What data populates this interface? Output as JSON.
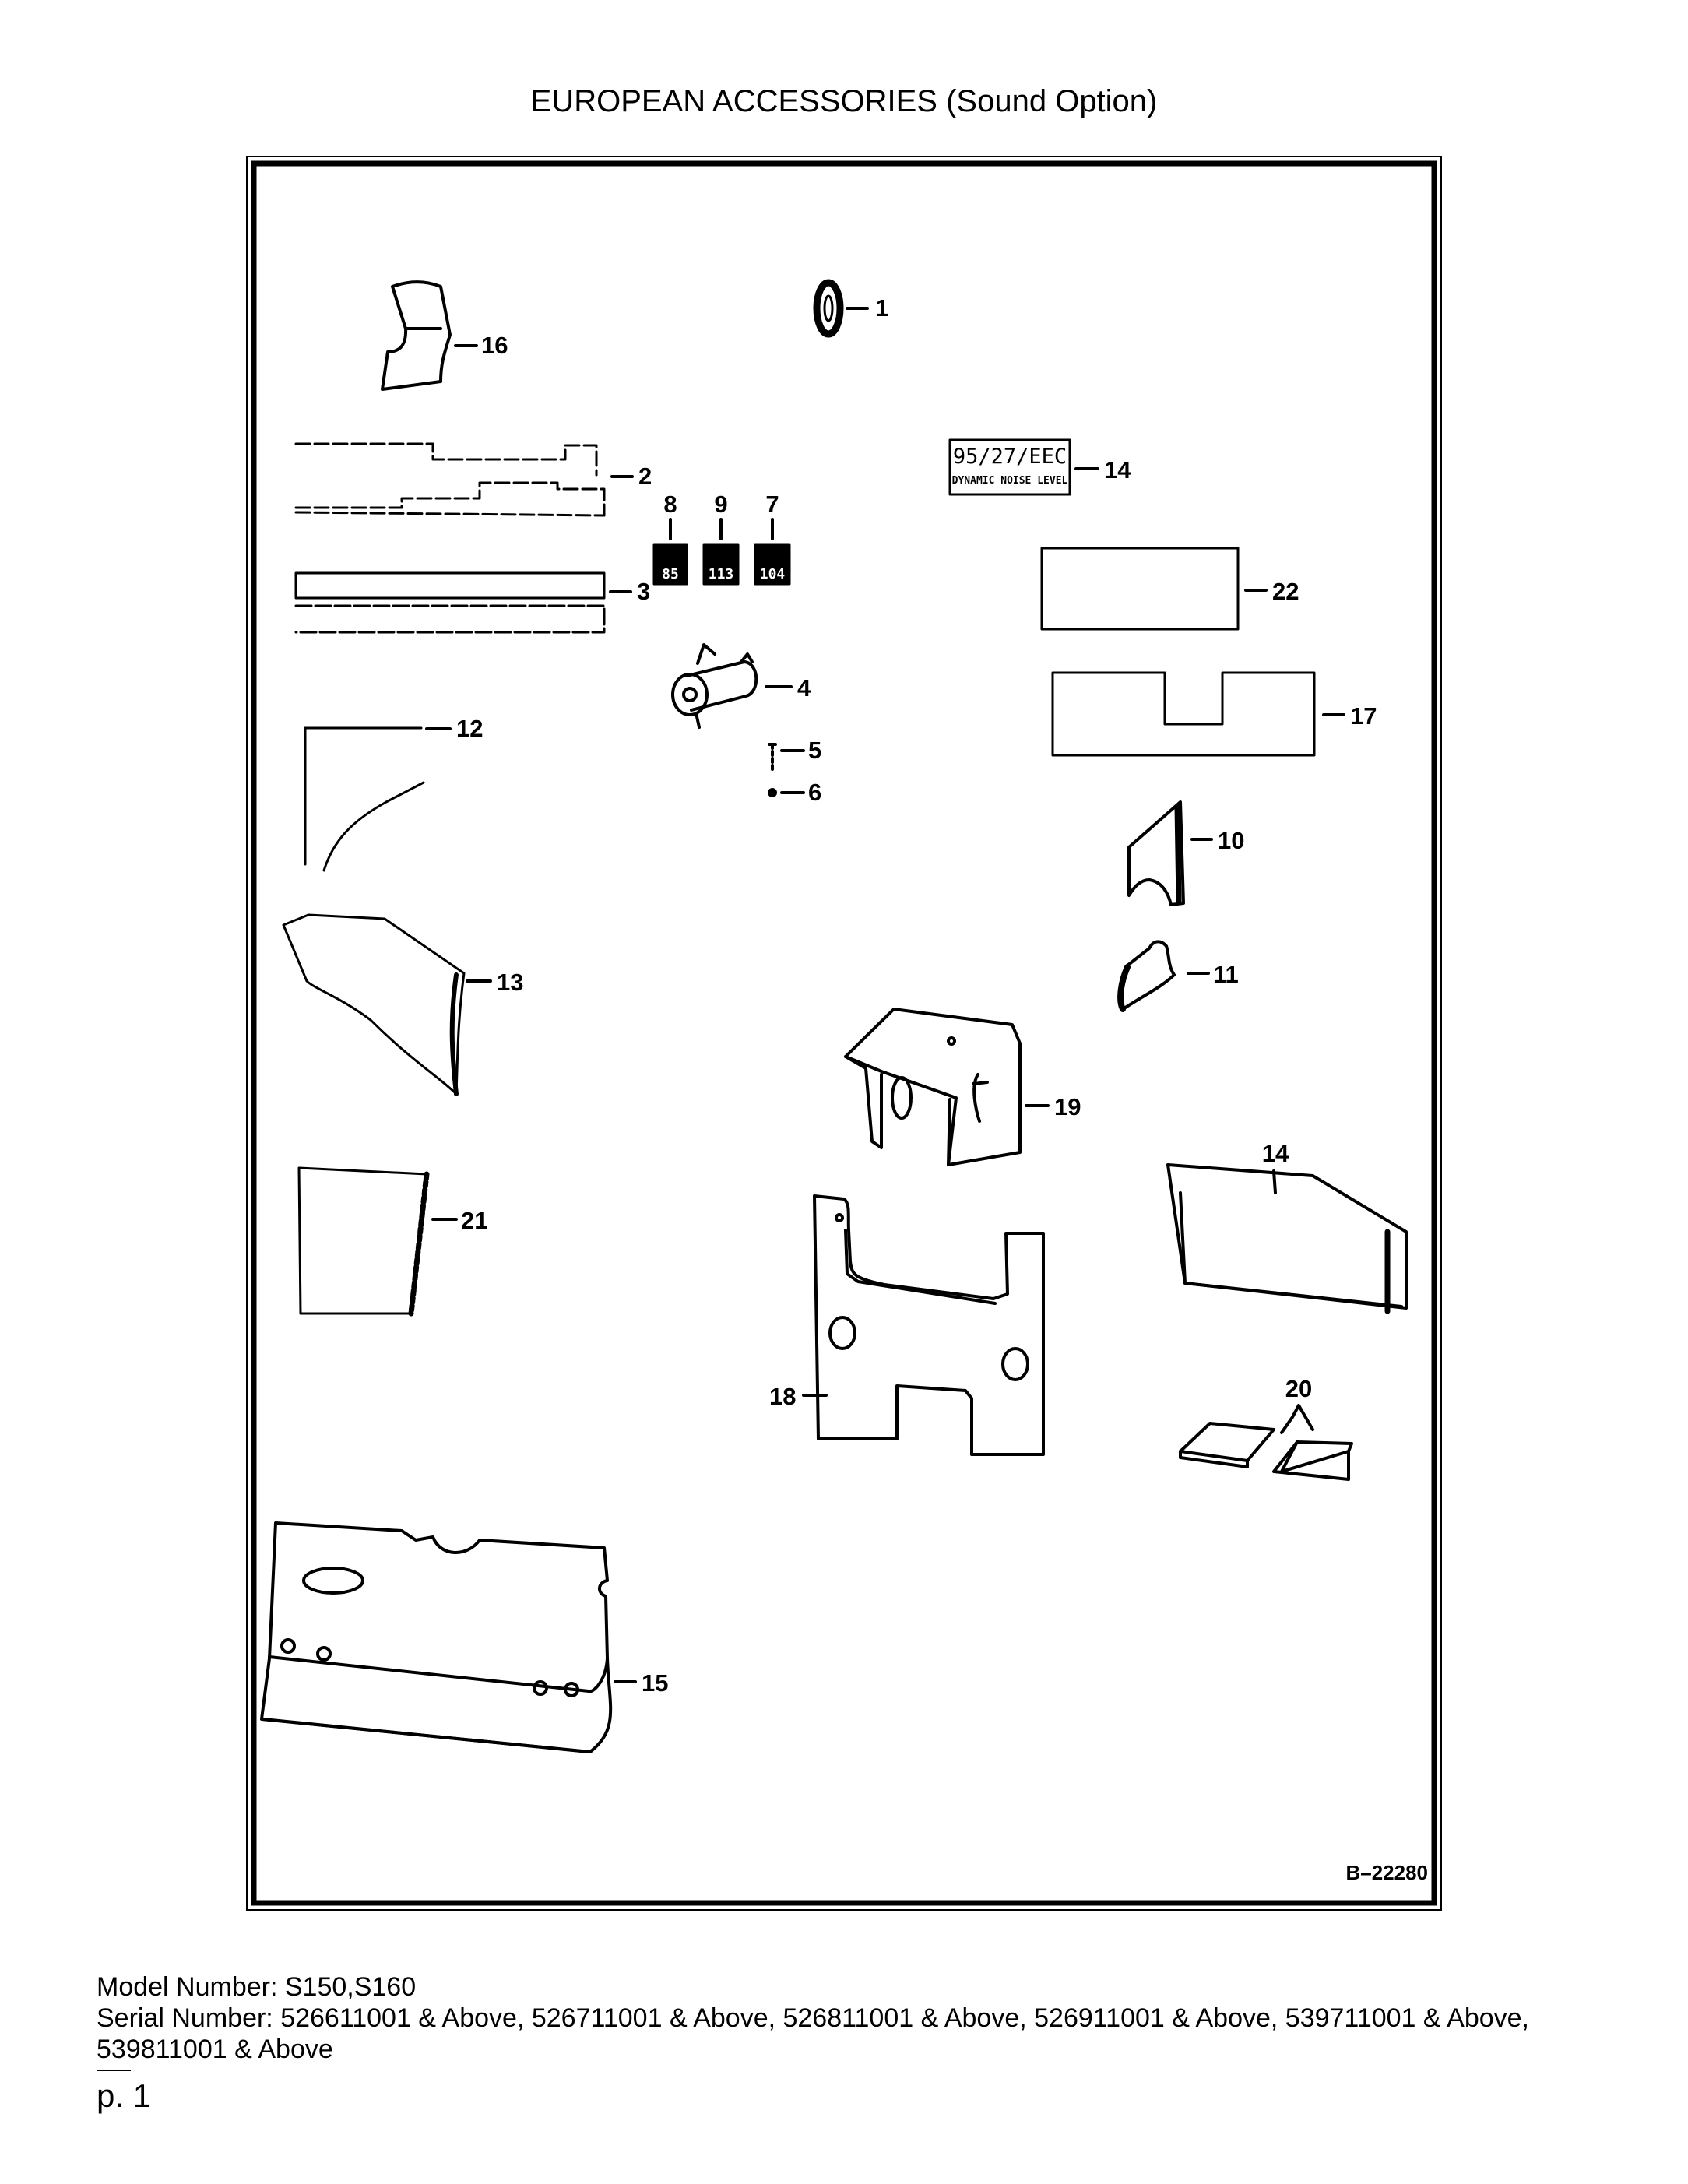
{
  "page": {
    "title": "EUROPEAN ACCESSORIES (Sound Option)",
    "figure_code": "B–22280",
    "model_line": "Model Number: S150,S160",
    "serial_line": "Serial Number: 526611001 & Above, 526711001 & Above, 526811001 & Above, 526911001 & Above, 539711001 & Above, 539811001 & Above",
    "page_number": "p. 1"
  },
  "decal_14": {
    "line1": "95/27/EEC",
    "line2": "DYNAMIC NOISE LEVEL"
  },
  "decals_small": [
    "85",
    "113",
    "104"
  ],
  "callouts": [
    {
      "id": "c1",
      "label": "1"
    },
    {
      "id": "c2",
      "label": "2"
    },
    {
      "id": "c3",
      "label": "3"
    },
    {
      "id": "c4",
      "label": "4"
    },
    {
      "id": "c5",
      "label": "5"
    },
    {
      "id": "c6",
      "label": "6"
    },
    {
      "id": "c7",
      "label": "7"
    },
    {
      "id": "c8",
      "label": "8"
    },
    {
      "id": "c9",
      "label": "9"
    },
    {
      "id": "c10",
      "label": "10"
    },
    {
      "id": "c11",
      "label": "11"
    },
    {
      "id": "c12",
      "label": "12"
    },
    {
      "id": "c13",
      "label": "13"
    },
    {
      "id": "c14a",
      "label": "14"
    },
    {
      "id": "c14b",
      "label": "14"
    },
    {
      "id": "c15",
      "label": "15"
    },
    {
      "id": "c16",
      "label": "16"
    },
    {
      "id": "c17",
      "label": "17"
    },
    {
      "id": "c18",
      "label": "18"
    },
    {
      "id": "c19",
      "label": "19"
    },
    {
      "id": "c20",
      "label": "20"
    },
    {
      "id": "c21",
      "label": "21"
    },
    {
      "id": "c22",
      "label": "22"
    }
  ]
}
